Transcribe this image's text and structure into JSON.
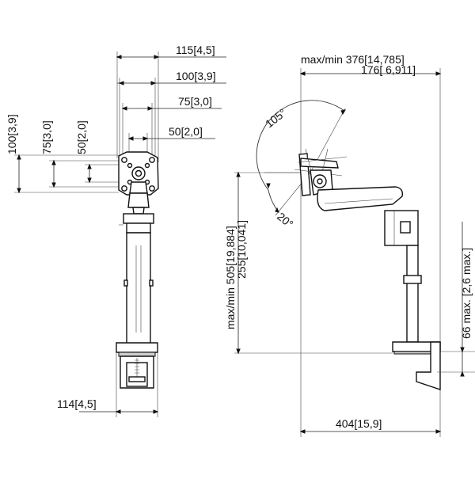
{
  "front_view": {
    "width_dims": [
      {
        "value": "115",
        "bracket": "4,5"
      },
      {
        "value": "100",
        "bracket": "3,9"
      },
      {
        "value": "75",
        "bracket": "3,0"
      },
      {
        "value": "50",
        "bracket": "2,0"
      }
    ],
    "height_dims": [
      {
        "value": "100",
        "bracket": "3,9"
      },
      {
        "value": "75",
        "bracket": "3,0"
      },
      {
        "value": "50",
        "bracket": "2,0"
      }
    ],
    "base_dim": {
      "value": "114",
      "bracket": "4,5"
    }
  },
  "side_view": {
    "reach": {
      "prefix": "max/min",
      "max_value": "376",
      "max_bracket": "14,785",
      "min_value": "176",
      "min_bracket": "6,911"
    },
    "tilt_up": "105°",
    "tilt_down": "20°",
    "height": {
      "prefix": "max/min",
      "max_value": "505",
      "max_bracket": "19,884",
      "min_value": "255",
      "min_bracket": "10,041"
    },
    "clamp": {
      "value": "66 max.",
      "bracket": "2,6 max."
    },
    "depth": {
      "value": "404",
      "bracket": "15,9"
    }
  }
}
